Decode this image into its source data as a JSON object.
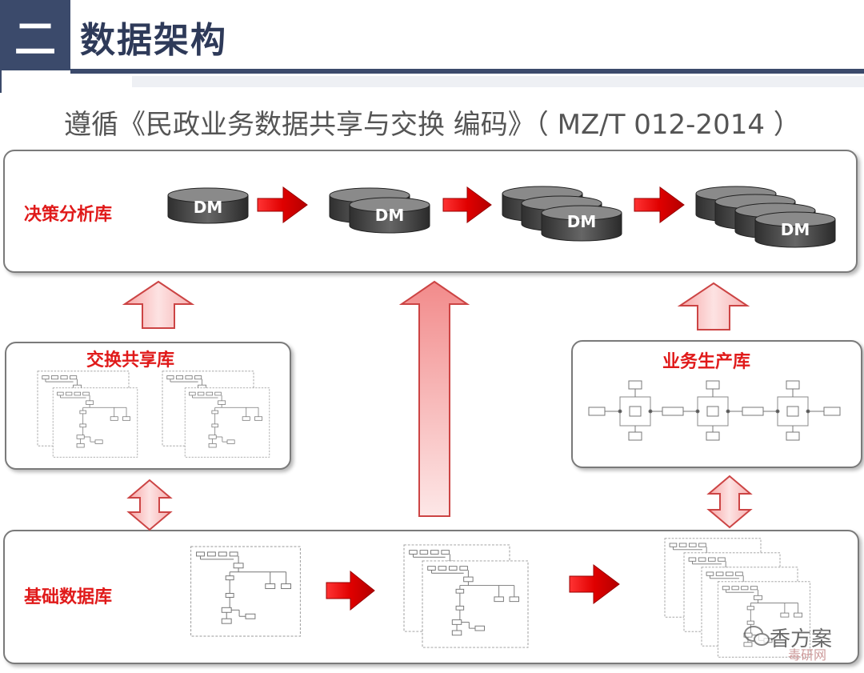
{
  "header": {
    "section_number": "二",
    "title": "数据架构"
  },
  "subtitle": "遵循《民政业务数据共享与交换 编码》（ MZ/T 012-2014 ）",
  "panels": {
    "decision": {
      "label": "决策分析库"
    },
    "exchange": {
      "label": "交换共享库"
    },
    "production": {
      "label": "业务生产库"
    },
    "basic": {
      "label": "基础数据库"
    }
  },
  "db_label": "DM",
  "watermark": {
    "text": "香方案",
    "sub": "毒研网"
  },
  "colors": {
    "accent_red": "#e01a1a",
    "header_navy": "#3b4a6b",
    "db_dark": "#4a4a4a"
  }
}
